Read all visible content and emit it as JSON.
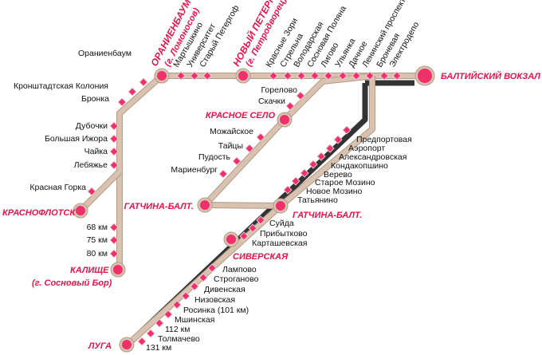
{
  "colors": {
    "track": "#d9c3b0",
    "track_edge": "#b39a86",
    "express": "#333333",
    "station": "#f0306a",
    "hub_text": "#e8134a"
  },
  "hubs": {
    "baltic": "БАЛТИЙСКИЙ ВОКЗАЛ",
    "oranienbaum": "ОРАНИЕНБАУМ I",
    "oranienbaum_sub": "(г. Ломоносов)",
    "peterhof": "НОВЫЙ ПЕТЕРГОФ",
    "peterhof_sub": "(г. Петродворец)",
    "krasnoe_selo": "КРАСНОЕ СЕЛО",
    "gatchina_west": "ГАТЧИНА-БАЛТ.",
    "gatchina_east": "ГАТЧИНА-БАЛТ.",
    "krasnoflotsk": "КРАСНОФЛОТСК",
    "kalishche": "КАЛИЩЕ",
    "kalishche_sub": "(г. Сосновый Бор)",
    "siverskaya": "СИВЕРСКАЯ",
    "luga": "ЛУГА"
  },
  "top_line": [
    "Мартышкино",
    "Университет",
    "Старый Петергоф",
    "Красные Зори",
    "Стрельна",
    "Володарская",
    "Сосновая Поляна",
    "Лигово",
    "Ульянка",
    "Дачное",
    "Ленинский проспект",
    "Броневая",
    "Электродепо"
  ],
  "west_line": [
    "Ораниенбаум",
    "Кронштадтская Колония",
    "Бронка",
    "Дубочки",
    "Большая Ижора",
    "Чайка",
    "Лебяжье",
    "Красная Горка",
    "68 км",
    "75 км",
    "80 км"
  ],
  "krasnoe_line": [
    "Горелово",
    "Скачки",
    "Можайское",
    "Тайцы",
    "Пудость",
    "Мариенбург"
  ],
  "gatchina_line": [
    "Предпортовая",
    "Аэропорт",
    "Александровская",
    "Кондакопшино",
    "Верево",
    "Старое Мозино",
    "Новое Мозино",
    "Татьянино"
  ],
  "luga_line": [
    "Суйда",
    "Прибытково",
    "Карташевская",
    "Лампово",
    "Строганово",
    "Дивенская",
    "Низовская",
    "Росинка (101 км)",
    "Мшинская",
    "112 км",
    "Толмачево",
    "131 км"
  ]
}
